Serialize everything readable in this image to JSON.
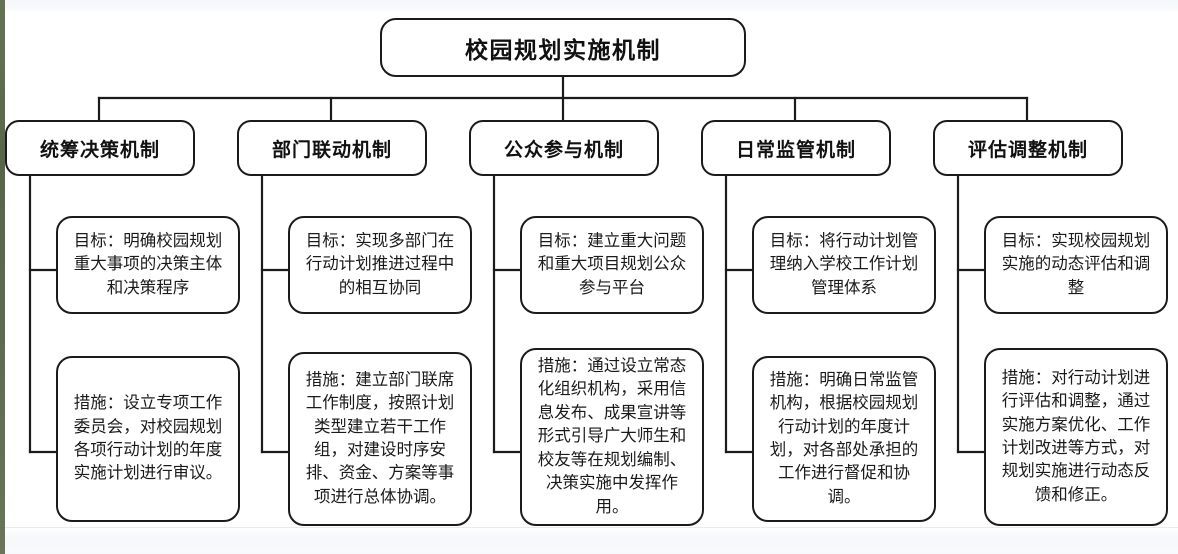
{
  "diagram": {
    "title": "校园规划实施机制",
    "root": {
      "label": "校园规划实施机制"
    },
    "branches": [
      {
        "label": "统筹决策机制",
        "goal": "目标：明确校园规划重大事项的决策主体和决策程序",
        "measure": "措施：设立专项工作委员会，对校园规划各项行动计划的年度实施计划进行审议。"
      },
      {
        "label": "部门联动机制",
        "goal": "目标：实现多部门在行动计划推进过程中的相互协同",
        "measure": "措施：建立部门联席工作制度，按照计划类型建立若干工作组，对建设时序安排、资金、方案等事项进行总体协调。"
      },
      {
        "label": "公众参与机制",
        "goal": "目标：建立重大问题和重大项目规划公众参与平台",
        "measure": "措施：通过设立常态化组织机构，采用信息发布、成果宣讲等形式引导广大师生和校友等在规划编制、决策实施中发挥作用。"
      },
      {
        "label": "日常监管机制",
        "goal": "目标：将行动计划管理纳入学校工作计划管理体系",
        "measure": "措施：明确日常监管机构，根据校园规划行动计划的年度计划，对各部处承担的工作进行督促和协调。"
      },
      {
        "label": "评估调整机制",
        "goal": "目标：实现校园规划实施的动态评估和调整",
        "measure": "措施：对行动计划进行评估和调整，通过实施方案优化、工作计划改进等方式，对规划实施进行动态反馈和修正。"
      }
    ],
    "colors": {
      "stroke": "#1b1b1b",
      "box_fill": "#ffffff",
      "text": "#1a1a1a",
      "page_band": "#f7f9fc",
      "left_strip": "#55634a"
    }
  }
}
